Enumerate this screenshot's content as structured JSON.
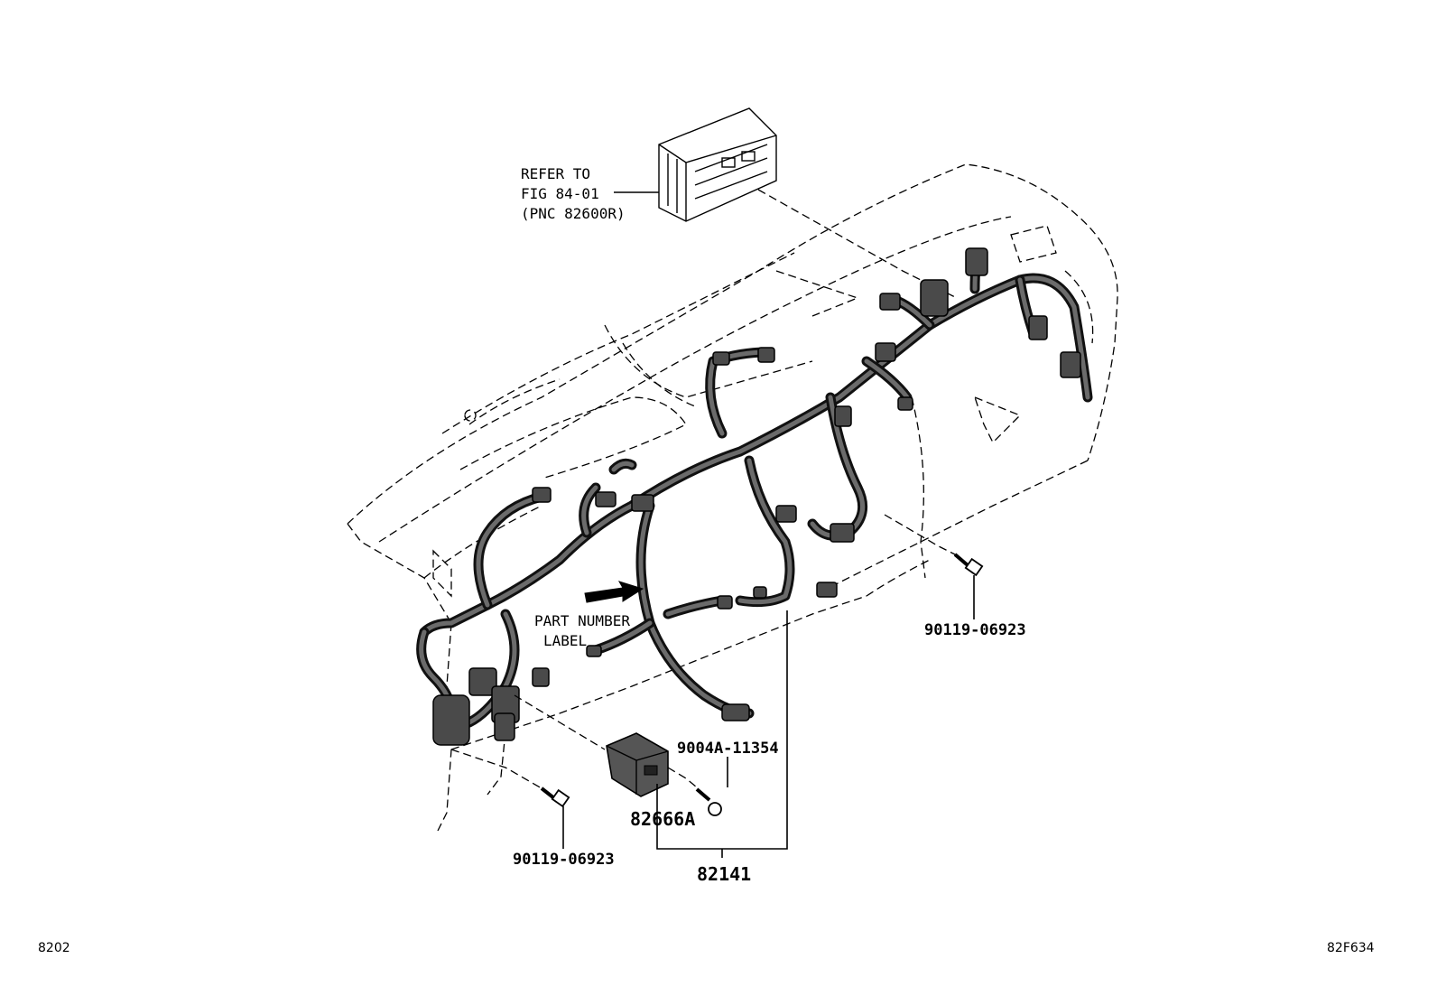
{
  "callouts": {
    "refer_line1": "REFER TO",
    "refer_line2": "FIG 84-01",
    "refer_line3": "(PNC 82600R)",
    "label_line1": "PART NUMBER",
    "label_line2": "LABEL",
    "bolt_right": "90119-06923",
    "bolt_left": "90119-06923",
    "screw": "9004A-11354",
    "connector": "82666A",
    "harness": "82141"
  },
  "corners": {
    "left": "8202",
    "right": "82F634"
  }
}
